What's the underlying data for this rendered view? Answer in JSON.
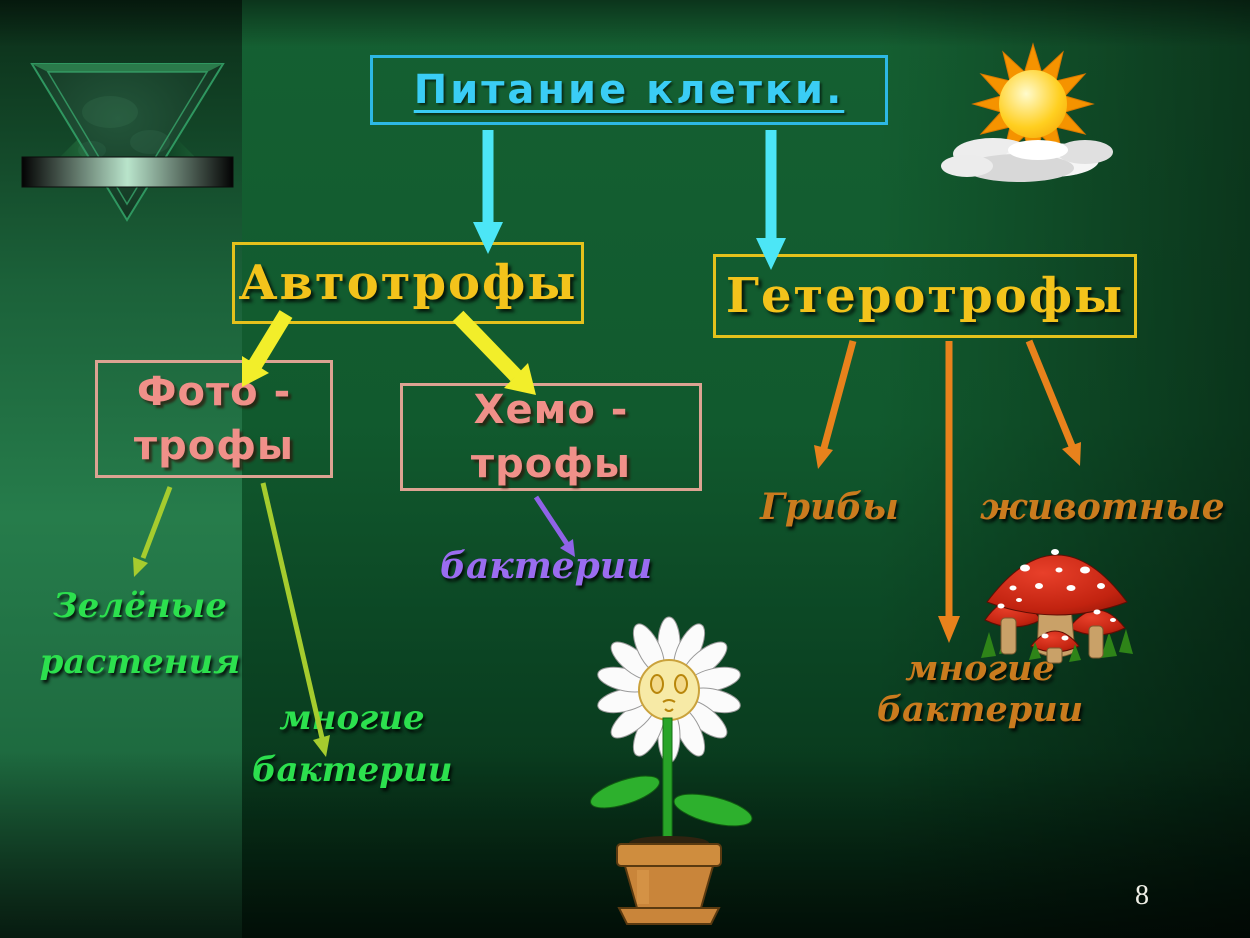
{
  "slide": {
    "title": "Питание клетки.",
    "page_number": "8"
  },
  "level1": {
    "autotrophs": {
      "label": "Автотрофы"
    },
    "heterotrophs": {
      "label": "Гетеротрофы"
    }
  },
  "level2": {
    "phototrophs": {
      "line1": "Фото -",
      "line2": "трофы"
    },
    "chemotrophs": {
      "line1": "Хемо -",
      "line2": "трофы"
    }
  },
  "leaves": {
    "green_plants": {
      "line1": "Зелёные",
      "line2": "растения"
    },
    "many_bacteria_left": {
      "line1": "многие",
      "line2": "бактерии"
    },
    "bacteria": {
      "label": "бактерии"
    },
    "fungi": {
      "label": "Грибы"
    },
    "animals": {
      "label": "животные"
    },
    "many_bacteria_right": {
      "label": "многие бактерии"
    }
  },
  "icons": {
    "logo": "inverted-marble-triangle-logo",
    "sun": "sun-behind-clouds",
    "mushrooms": "fly-agaric-mushrooms",
    "flower": "daisy-flower-in-pot"
  },
  "colors": {
    "background_green": "#0f5129",
    "left_band_green": "#267c4b",
    "title_text": "#3acdf5",
    "title_border": "#2db8e4",
    "gold_text": "#f3c31b",
    "gold_border": "#e4c11c",
    "salmon_text": "#f09089",
    "salmon_border": "#dca392",
    "green_label": "#2ce04e",
    "purple_label": "#9a6cf0",
    "orange_label": "#ca7b1e",
    "cyan_arrow": "#4ce6f6",
    "yellow_arrow": "#f2ee2a",
    "green_arrow": "#a6cc2e",
    "purple_arrow": "#8f63e8",
    "orange_arrow": "#e8821c"
  }
}
